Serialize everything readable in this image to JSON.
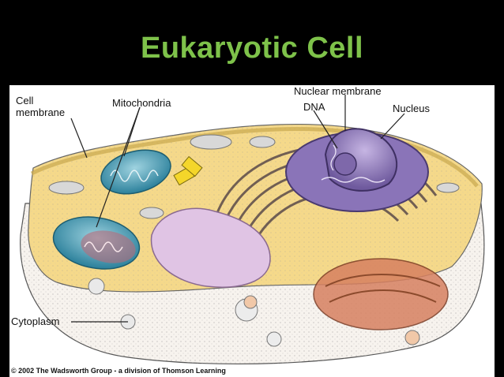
{
  "title": "Eukaryotic Cell",
  "labels": {
    "cell_membrane_1": "Cell",
    "cell_membrane_2": "membrane",
    "mitochondria": "Mitochondria",
    "nuclear_membrane": "Nuclear membrane",
    "dna": "DNA",
    "nucleus": "Nucleus",
    "cytoplasm": "Cytoplasm"
  },
  "credit": "© 2002 The Wadsworth Group - a division of Thomson Learning",
  "colors": {
    "title": "#7ec24a",
    "background": "#000000",
    "cytoplasm_fill": "#f5d98a",
    "nucleus_fill": "#9b86c4",
    "mitochondria_fill": "#3a9ab5",
    "golgi_fill": "#d78060"
  }
}
